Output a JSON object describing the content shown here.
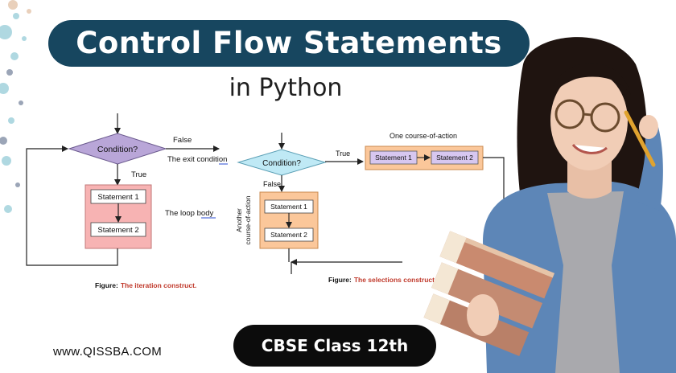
{
  "title": "Control Flow Statements",
  "subtitle": "in Python",
  "iteration": {
    "condition": "Condition?",
    "false_label": "False",
    "true_label": "True",
    "exit_label": "The exit ",
    "exit_word": "condition",
    "stmt1": "Statement 1",
    "stmt2": "Statement 2",
    "loop_label": "The loop ",
    "loop_word": "body",
    "figure_prefix": "Figure:",
    "figure_caption": "The iteration construct."
  },
  "selection": {
    "condition": "Condition?",
    "true_label": "True",
    "false_label": "False",
    "one_course": "One course-of-action",
    "another_course_1": "Another",
    "another_course_2": "course-of-action",
    "stmt1_top": "Statement 1",
    "stmt2_top": "Statement 2",
    "stmt1_bottom": "Statement 1",
    "stmt2_bottom": "Statement 2",
    "figure_prefix": "Figure:",
    "figure_caption": "The selections construct."
  },
  "badge": "CBSE Class 12th",
  "website": "www.QISSBA.COM",
  "colors": {
    "title_bg": "#17465f",
    "diamond_violet": "#b9a6d8",
    "diamond_cyan": "#bfe9f5",
    "box_pink": "#f7b3b3",
    "box_orange": "#fbc79a",
    "caption_red": "#c0392b",
    "badge_bg": "#0c0c0c"
  },
  "icons": [
    "arrowhead-icon",
    "books-icon",
    "pencil-icon",
    "glasses-icon"
  ]
}
